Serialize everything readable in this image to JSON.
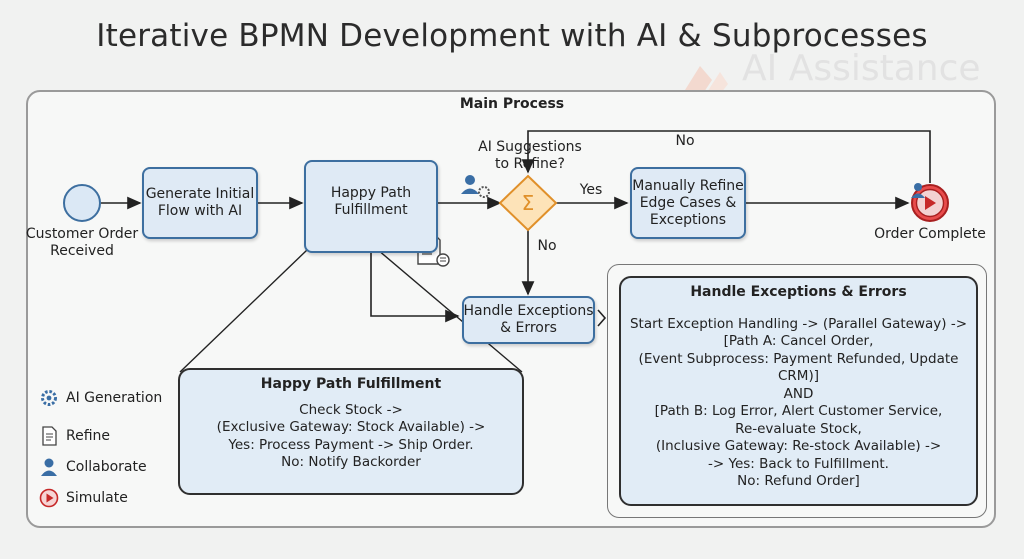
{
  "title": "Iterative BPMN Development with AI & Subprocesses",
  "watermark": "AI Assistance",
  "main_process_label": "Main Process",
  "nodes": {
    "start_event": "Customer Order\nReceived",
    "task_generate": "Generate Initial\nFlow with AI",
    "task_happy_path": "Happy Path\nFulfillment",
    "gateway_question": "AI Suggestions\nto Refine?",
    "task_manual_refine": "Manually Refine\nEdge Cases &\nExceptions",
    "end_event": "Order Complete",
    "task_exceptions": "Handle Exceptions\n& Errors"
  },
  "edge_labels": {
    "yes": "Yes",
    "no_top": "No",
    "no_down": "No"
  },
  "happy_path_panel": {
    "title": "Happy Path Fulfillment",
    "lines": [
      "Check Stock ->",
      "(Exclusive Gateway: Stock Available) ->",
      "Yes: Process Payment -> Ship Order.",
      "No: Notify Backorder"
    ]
  },
  "exceptions_panel": {
    "title": "Handle Exceptions & Errors",
    "lines": [
      "Start Exception Handling -> (Parallel Gateway) ->",
      "[Path A: Cancel Order,",
      "(Event Subprocess: Payment Refunded, Update",
      "CRM)]",
      "AND",
      "[Path B: Log Error, Alert Customer Service,",
      "Re-evaluate Stock,",
      "(Inclusive Gateway: Re-stock Available) ->",
      "-> Yes: Back to Fulfillment.",
      "No: Refund Order]"
    ]
  },
  "legend": [
    {
      "icon": "gear-icon",
      "label": "AI Generation"
    },
    {
      "icon": "document-icon",
      "label": "Refine"
    },
    {
      "icon": "person-icon",
      "label": "Collaborate"
    },
    {
      "icon": "play-icon",
      "label": "Simulate"
    }
  ],
  "colors": {
    "task_fill": "#dfeaf5",
    "task_border": "#3d6fa0",
    "gateway_fill": "#fde3b8",
    "gateway_border": "#e0902a",
    "end_fill": "#e84c4c",
    "start_fill": "#dbe8f5"
  }
}
